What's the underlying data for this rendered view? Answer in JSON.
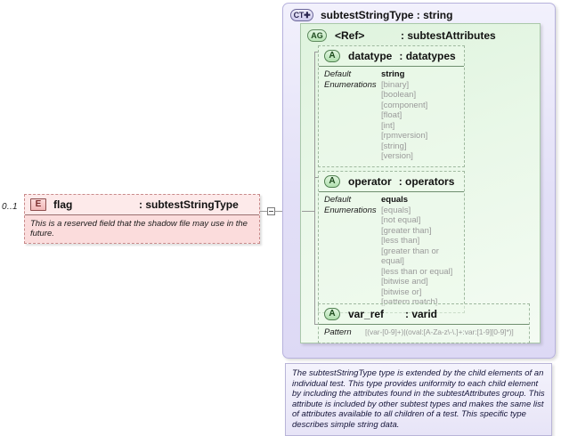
{
  "flag_element": {
    "cardinality": "0..1",
    "icon": "element-icon",
    "icon_label": "E",
    "name": "flag",
    "type": ": subtestStringType",
    "documentation": "This is a reserved field that the shadow file may use in the future."
  },
  "complex_type": {
    "icon": "complextype-expand-icon",
    "icon_label": "CT",
    "title": "subtestStringType : string",
    "documentation": "The subtestStringType type is extended by the child elements of an individual test.  This type provides uniformity to each child element by including the attributes found in the subtestAttributes group.  This attribute is included by other subtest types and makes the same list of attributes available to all children of a test.  This specific type describes simple string data."
  },
  "attribute_group": {
    "icon": "attributegroup-icon",
    "icon_label": "AG",
    "ref": "<Ref>",
    "type": ": subtestAttributes"
  },
  "attributes": [
    {
      "icon": "attribute-icon",
      "icon_label": "A",
      "name": "datatype",
      "type": ": datatypes",
      "facet_labels": [
        "Default",
        "Enumerations"
      ],
      "default": "string",
      "enumerations": [
        "[binary]",
        "[boolean]",
        "[component]",
        "[float]",
        "[int]",
        "[rpmversion]",
        "[string]",
        "[version]"
      ]
    },
    {
      "icon": "attribute-icon",
      "icon_label": "A",
      "name": "operator",
      "type": ": operators",
      "facet_labels": [
        "Default",
        "Enumerations"
      ],
      "default": "equals",
      "enumerations": [
        "[equals]",
        "[not equal]",
        "[greater than]",
        "[less than]",
        "[greater than or equal]",
        "[less than or equal]",
        "[bitwise and]",
        "[bitwise or]",
        "[pattern match]"
      ]
    },
    {
      "icon": "attribute-icon",
      "icon_label": "A",
      "name": "var_ref",
      "type": ": varid",
      "facet_labels": [
        "Pattern"
      ],
      "pattern": "[(var-[0-9]+)|(oval:[A-Za-z\\-\\.]+:var:[1-9][0-9]*)]"
    }
  ],
  "colors": {
    "complextype_panel": "#e2dff7",
    "attributegroup_panel": "#e4f5e3",
    "element_box": "#fdeaea",
    "connector_line": "#9a9a9a"
  }
}
